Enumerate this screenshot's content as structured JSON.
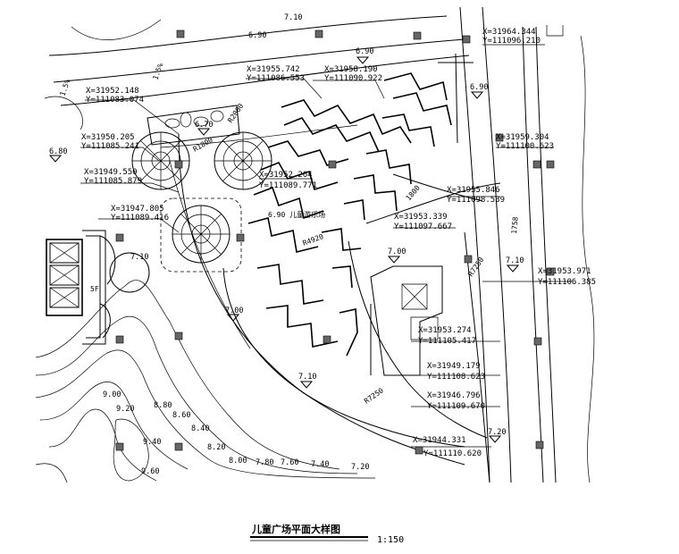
{
  "title": "儿童广场平面大样图",
  "scale": "1:150",
  "coords": [
    {
      "x": "X=31952.148",
      "y": "Y=111083.074"
    },
    {
      "x": "X=31955.742",
      "y": "Y=111086.553"
    },
    {
      "x": "X=31958.190",
      "y": "Y=111090.922"
    },
    {
      "x": "X=31964.344",
      "y": "Y=111096.210"
    },
    {
      "x": "X=31950.205",
      "y": "Y=111085.241"
    },
    {
      "x": "X=31949.550",
      "y": "Y=111085.879"
    },
    {
      "x": "X=31952.264",
      "y": "Y=111089.771"
    },
    {
      "x": "X=31959.304",
      "y": "Y=111100.623"
    },
    {
      "x": "X=31955.846",
      "y": "Y=111098.539"
    },
    {
      "x": "X=31953.339",
      "y": "Y=111097.667"
    },
    {
      "x": "X=31947.805",
      "y": "Y=111089.416"
    },
    {
      "x": "X=31953.971",
      "y": "Y=111106.385"
    },
    {
      "x": "X=31953.274",
      "y": "Y=111105.417"
    },
    {
      "x": "X=31949.179",
      "y": "Y=111108.623"
    },
    {
      "x": "X=31946.796",
      "y": "Y=111109.670"
    },
    {
      "x": "X=31944.331",
      "y": "Y=111110.620"
    }
  ],
  "elevations": [
    "7.10",
    "6.90",
    "6.90",
    "6.90",
    "6.80",
    "6.70",
    "7.00",
    "7.10",
    "7.00",
    "7.10",
    "7.10",
    "7.20",
    "9.00",
    "9.20",
    "8.80",
    "8.60",
    "8.40",
    "9.40",
    "9.60",
    "8.20",
    "8.00",
    "7.80",
    "7.60",
    "7.40",
    "7.20"
  ],
  "dimensions": [
    "R2000",
    "R1800",
    "1.5%",
    "1.5%",
    "R7250",
    "R7250",
    "1800",
    "R4920",
    "1758"
  ],
  "labels": {
    "plaza": "6.90 儿童游乐场",
    "stair": "5F"
  }
}
